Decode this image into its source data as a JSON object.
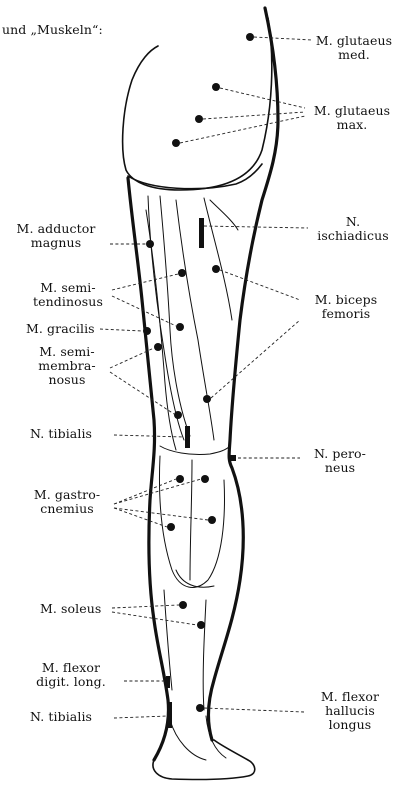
{
  "header": {
    "caption": "und „Muskeln“:"
  },
  "labels": {
    "glutaeus_med": "M. glutaeus\nmed.",
    "glutaeus_max": "M. glutaeus\nmax.",
    "ischiadicus": "N.\nischiadicus",
    "adductor_magnus": "M. adductor\nmagnus",
    "semitendinosus": "M. semi-\ntendinosus",
    "biceps_femoris": "M. biceps\nfemoris",
    "gracilis": "M. gracilis",
    "semimembranosus": "M. semi-\nmembra-\nnosus",
    "tibialis_upper": "N. tibialis",
    "peroneus": "N. pero-\nneus",
    "gastrocnemius": "M. gastro-\ncnemius",
    "soleus": "M. soleus",
    "flexor_digit": "M. flexor\ndigit. long.",
    "tibialis_lower": "N. tibialis",
    "flexor_hallucis": "M. flexor\nhallucis\nlongus"
  }
}
